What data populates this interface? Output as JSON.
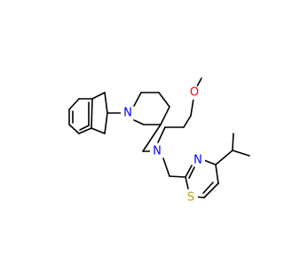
{
  "colors": {
    "background": "#ffffff",
    "bond": "#000000",
    "nitrogen": "#0000ff",
    "oxygen": "#ff0000",
    "sulfur": "#b8a000"
  },
  "atoms": {
    "n_piperidine": "N",
    "n_amine": "N",
    "o_methoxy": "O",
    "n_thiazole": "N",
    "s_thiazole": "S"
  }
}
